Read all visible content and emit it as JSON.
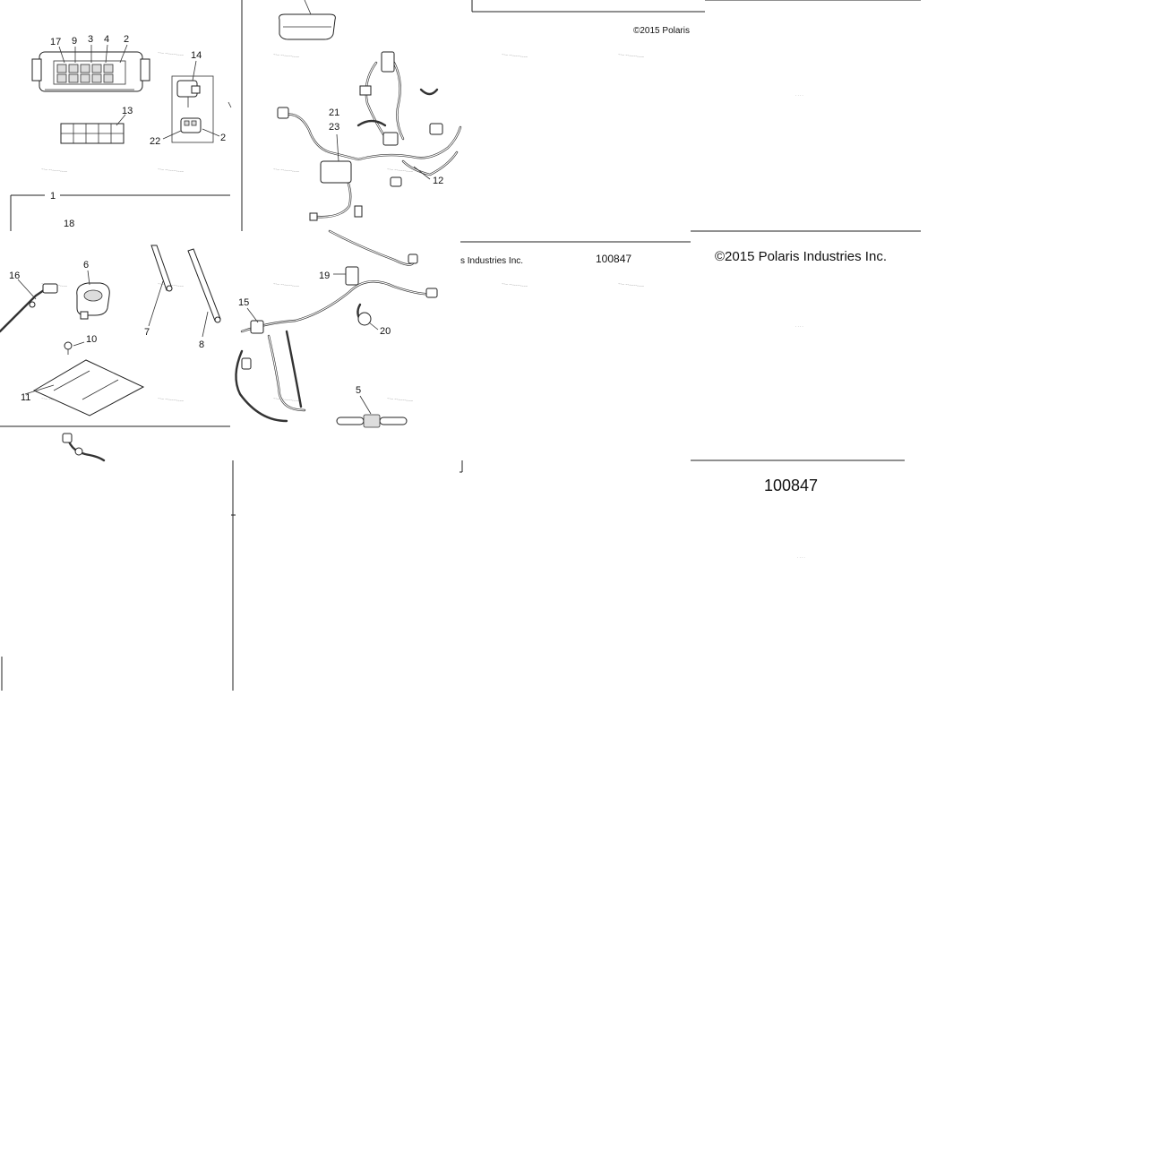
{
  "callouts": {
    "p17": "17",
    "p9": "9",
    "p3": "3",
    "p4": "4",
    "p2a": "2",
    "p14": "14",
    "p13": "13",
    "p22": "22",
    "p2b": "2",
    "p1": "1",
    "p18": "18",
    "p16": "16",
    "p6": "6",
    "p7": "7",
    "p8": "8",
    "p10": "10",
    "p11": "11",
    "p21": "21",
    "p23": "23",
    "p12": "12",
    "p19": "19",
    "p15": "15",
    "p20": "20",
    "p5": "5"
  },
  "copyright": {
    "top": "©2015 Polaris",
    "mid": "s Industries Inc.",
    "big": "©2015 Polaris Industries Inc."
  },
  "diagram_number": {
    "mid": "100847",
    "big": "100847"
  }
}
